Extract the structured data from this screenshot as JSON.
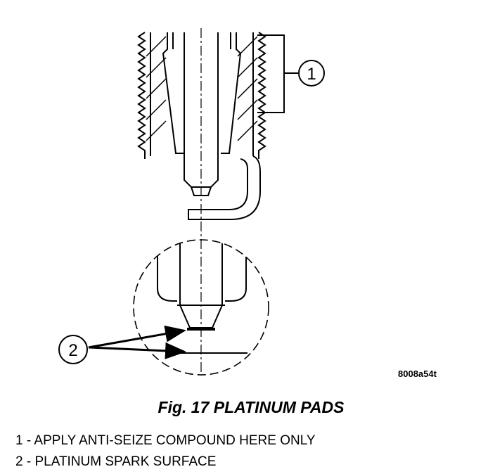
{
  "figure": {
    "callouts": [
      {
        "number": "1"
      },
      {
        "number": "2"
      }
    ],
    "reference_code": "8008a54t"
  },
  "caption": "Fig. 17 PLATINUM PADS",
  "legend": [
    {
      "text": "1 - APPLY ANTI-SEIZE COMPOUND HERE ONLY"
    },
    {
      "text": "2 - PLATINUM SPARK SURFACE"
    }
  ]
}
